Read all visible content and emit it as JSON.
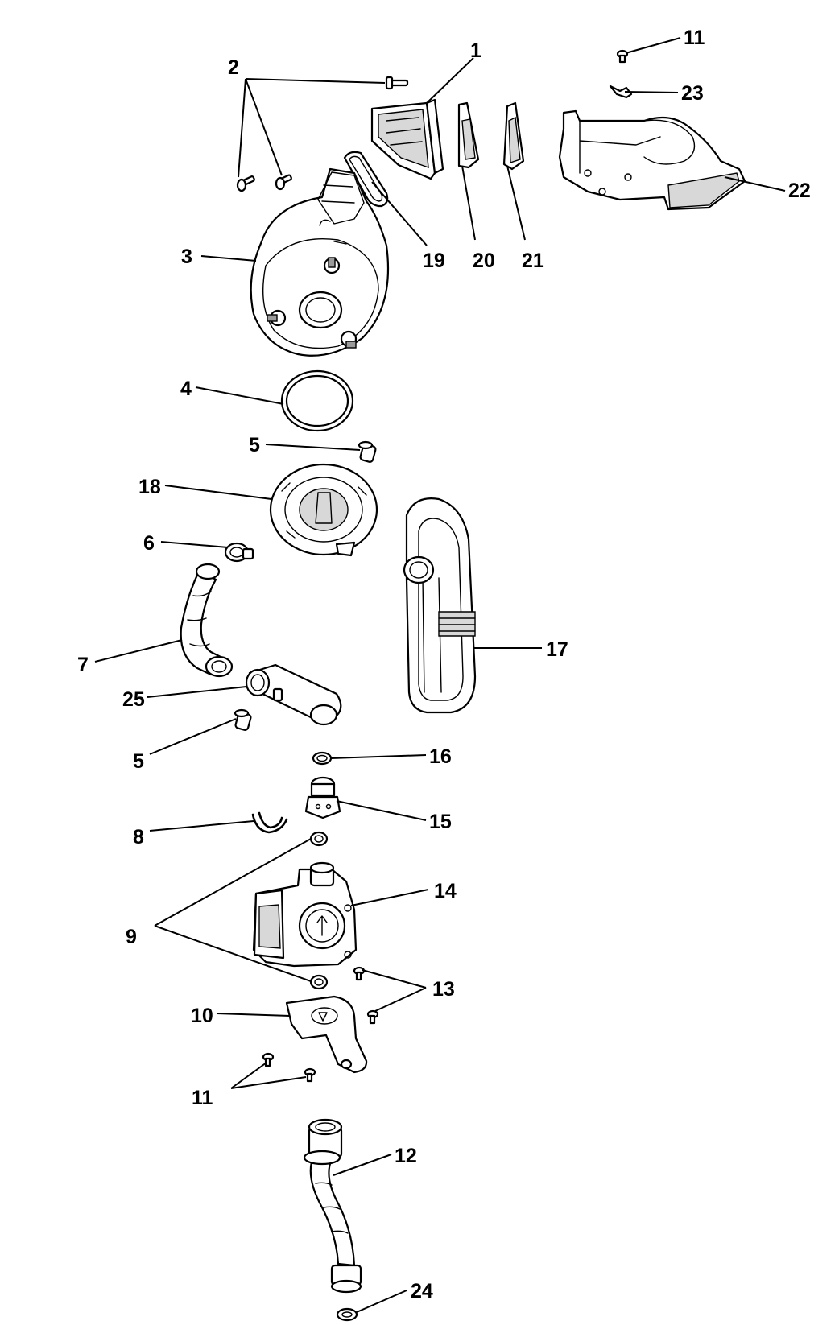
{
  "callouts": {
    "c1": "1",
    "c2": "2",
    "c3": "3",
    "c4": "4",
    "c5a": "5",
    "c5b": "5",
    "c6": "6",
    "c7": "7",
    "c8": "8",
    "c9": "9",
    "c10": "10",
    "c11a": "11",
    "c11b": "11",
    "c12": "12",
    "c13": "13",
    "c14": "14",
    "c15": "15",
    "c16": "16",
    "c17": "17",
    "c18": "18",
    "c19": "19",
    "c20": "20",
    "c21": "21",
    "c22": "22",
    "c23": "23",
    "c24": "24",
    "c25": "25"
  }
}
